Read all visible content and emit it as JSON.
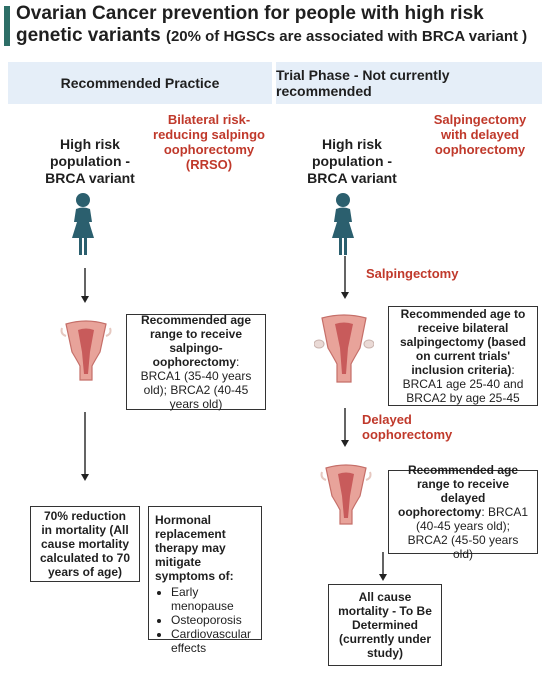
{
  "title": {
    "main": "Ovarian Cancer prevention for people with high risk genetic variants",
    "sub": "(20% of HGSCs are associated with BRCA variant )"
  },
  "left": {
    "header": "Recommended Practice",
    "population": "High risk population - BRCA variant",
    "procedure": "Bilateral risk-reducing salpingo oophorectomy (RRSO)",
    "age_box": {
      "bold": "Recommended age range to receive salpingo-oophorectomy",
      "text": ": BRCA1 (35-40 years old); BRCA2 (40-45 years old)"
    },
    "outcome_box": "70% reduction in mortality (All cause mortality calculated to 70 years of age)",
    "hrt_box": {
      "heading": "Hormonal replacement therapy may mitigate symptoms of:",
      "items": [
        "Early menopause",
        "Osteoporosis",
        "Cardiovascular effects"
      ]
    }
  },
  "right": {
    "header": "Trial Phase - Not currently recommended",
    "population": "High risk population - BRCA variant",
    "procedure": "Salpingectomy with delayed oophorectomy",
    "step1_label": "Salpingectomy",
    "age_box1": {
      "bold": "Recommended age to receive bilateral salpingectomy (based on current trials' inclusion criteria)",
      "text": ": BRCA1 age 25-40 and BRCA2 by age 25-45"
    },
    "step2_label": "Delayed oophorectomy",
    "age_box2": {
      "bold": "Recommended age range to receive delayed oophorectomy",
      "text": ": BRCA1 (40-45 years old); BRCA2 (45-50 years old)"
    },
    "outcome_box": "All cause mortality - To Be Determined (currently under study)"
  },
  "colors": {
    "header_bg": "#e5eef8",
    "accent_red": "#c0392b",
    "person": "#2b5f6e",
    "title_bar": "#2d6e67"
  },
  "icons": {
    "person": "person-female-icon",
    "uterus": "uterus-icon",
    "uterus_no_tubes": "uterus-without-tubes-icon"
  }
}
